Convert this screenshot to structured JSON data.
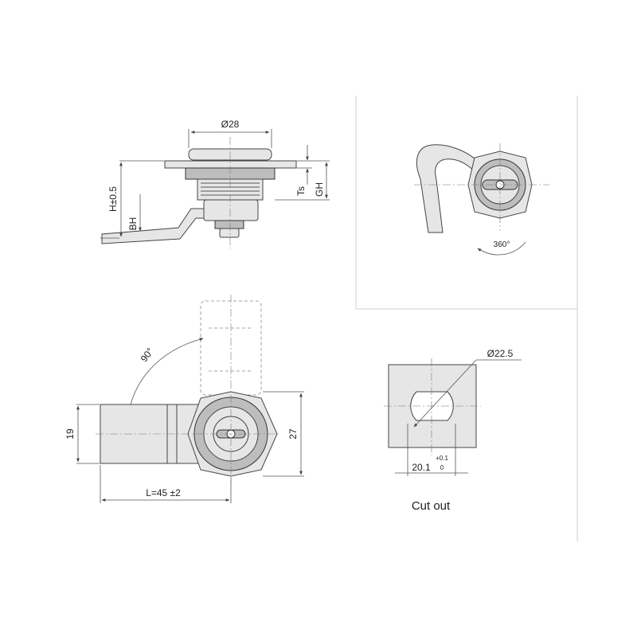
{
  "side_view": {
    "diameter_label": "Ø28",
    "height_label": "H±0.5",
    "bh_label": "BH",
    "ts_label": "Ts",
    "gh_label": "GH"
  },
  "rotation_view": {
    "angle_label": "360°"
  },
  "front_view": {
    "angle_label": "90°",
    "width_label": "19",
    "height_label": "27",
    "length_label": "L=45 ±2"
  },
  "cutout_view": {
    "diameter_label": "Ø22.5",
    "flat_label": "20.1",
    "tol_upper": "+0.1",
    "tol_lower": "0",
    "caption": "Cut out"
  }
}
